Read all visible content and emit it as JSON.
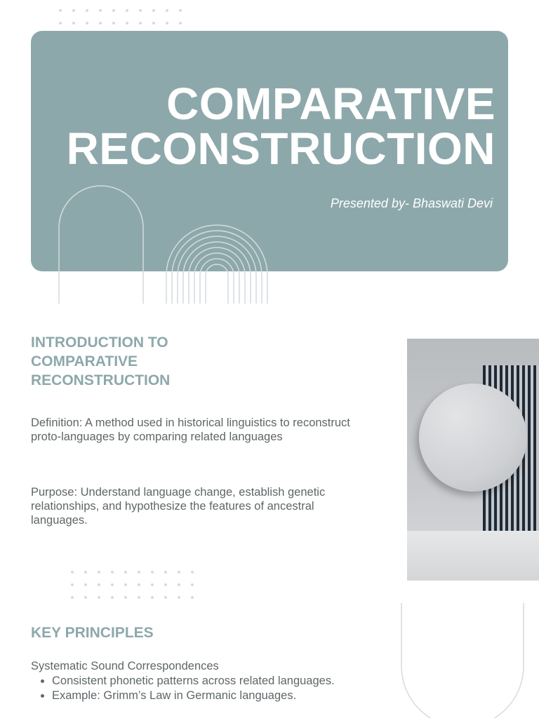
{
  "hero": {
    "title_line1": "COMPARATIVE",
    "title_line2": "RECONSTRUCTION",
    "subtitle": "Presented by- Bhaswati Devi"
  },
  "intro": {
    "title_line1": "INTRODUCTION TO",
    "title_line2": "COMPARATIVE",
    "title_line3": "RECONSTRUCTION",
    "definition": "Definition: A method used in historical linguistics to reconstruct proto-languages by comparing related languages",
    "purpose": "Purpose: Understand language change, establish genetic relationships, and hypothesize the features of ancestral languages."
  },
  "key_principles": {
    "title": "KEY PRINCIPLES",
    "item_label": "Systematic Sound Correspondences",
    "bullets": [
      "Consistent phonetic patterns across related languages.",
      "Example: Grimm’s Law in Germanic languages."
    ]
  },
  "colors": {
    "accent": "#8da8ab",
    "body_text": "#5f6668",
    "decoration": "#d4dcdd"
  }
}
